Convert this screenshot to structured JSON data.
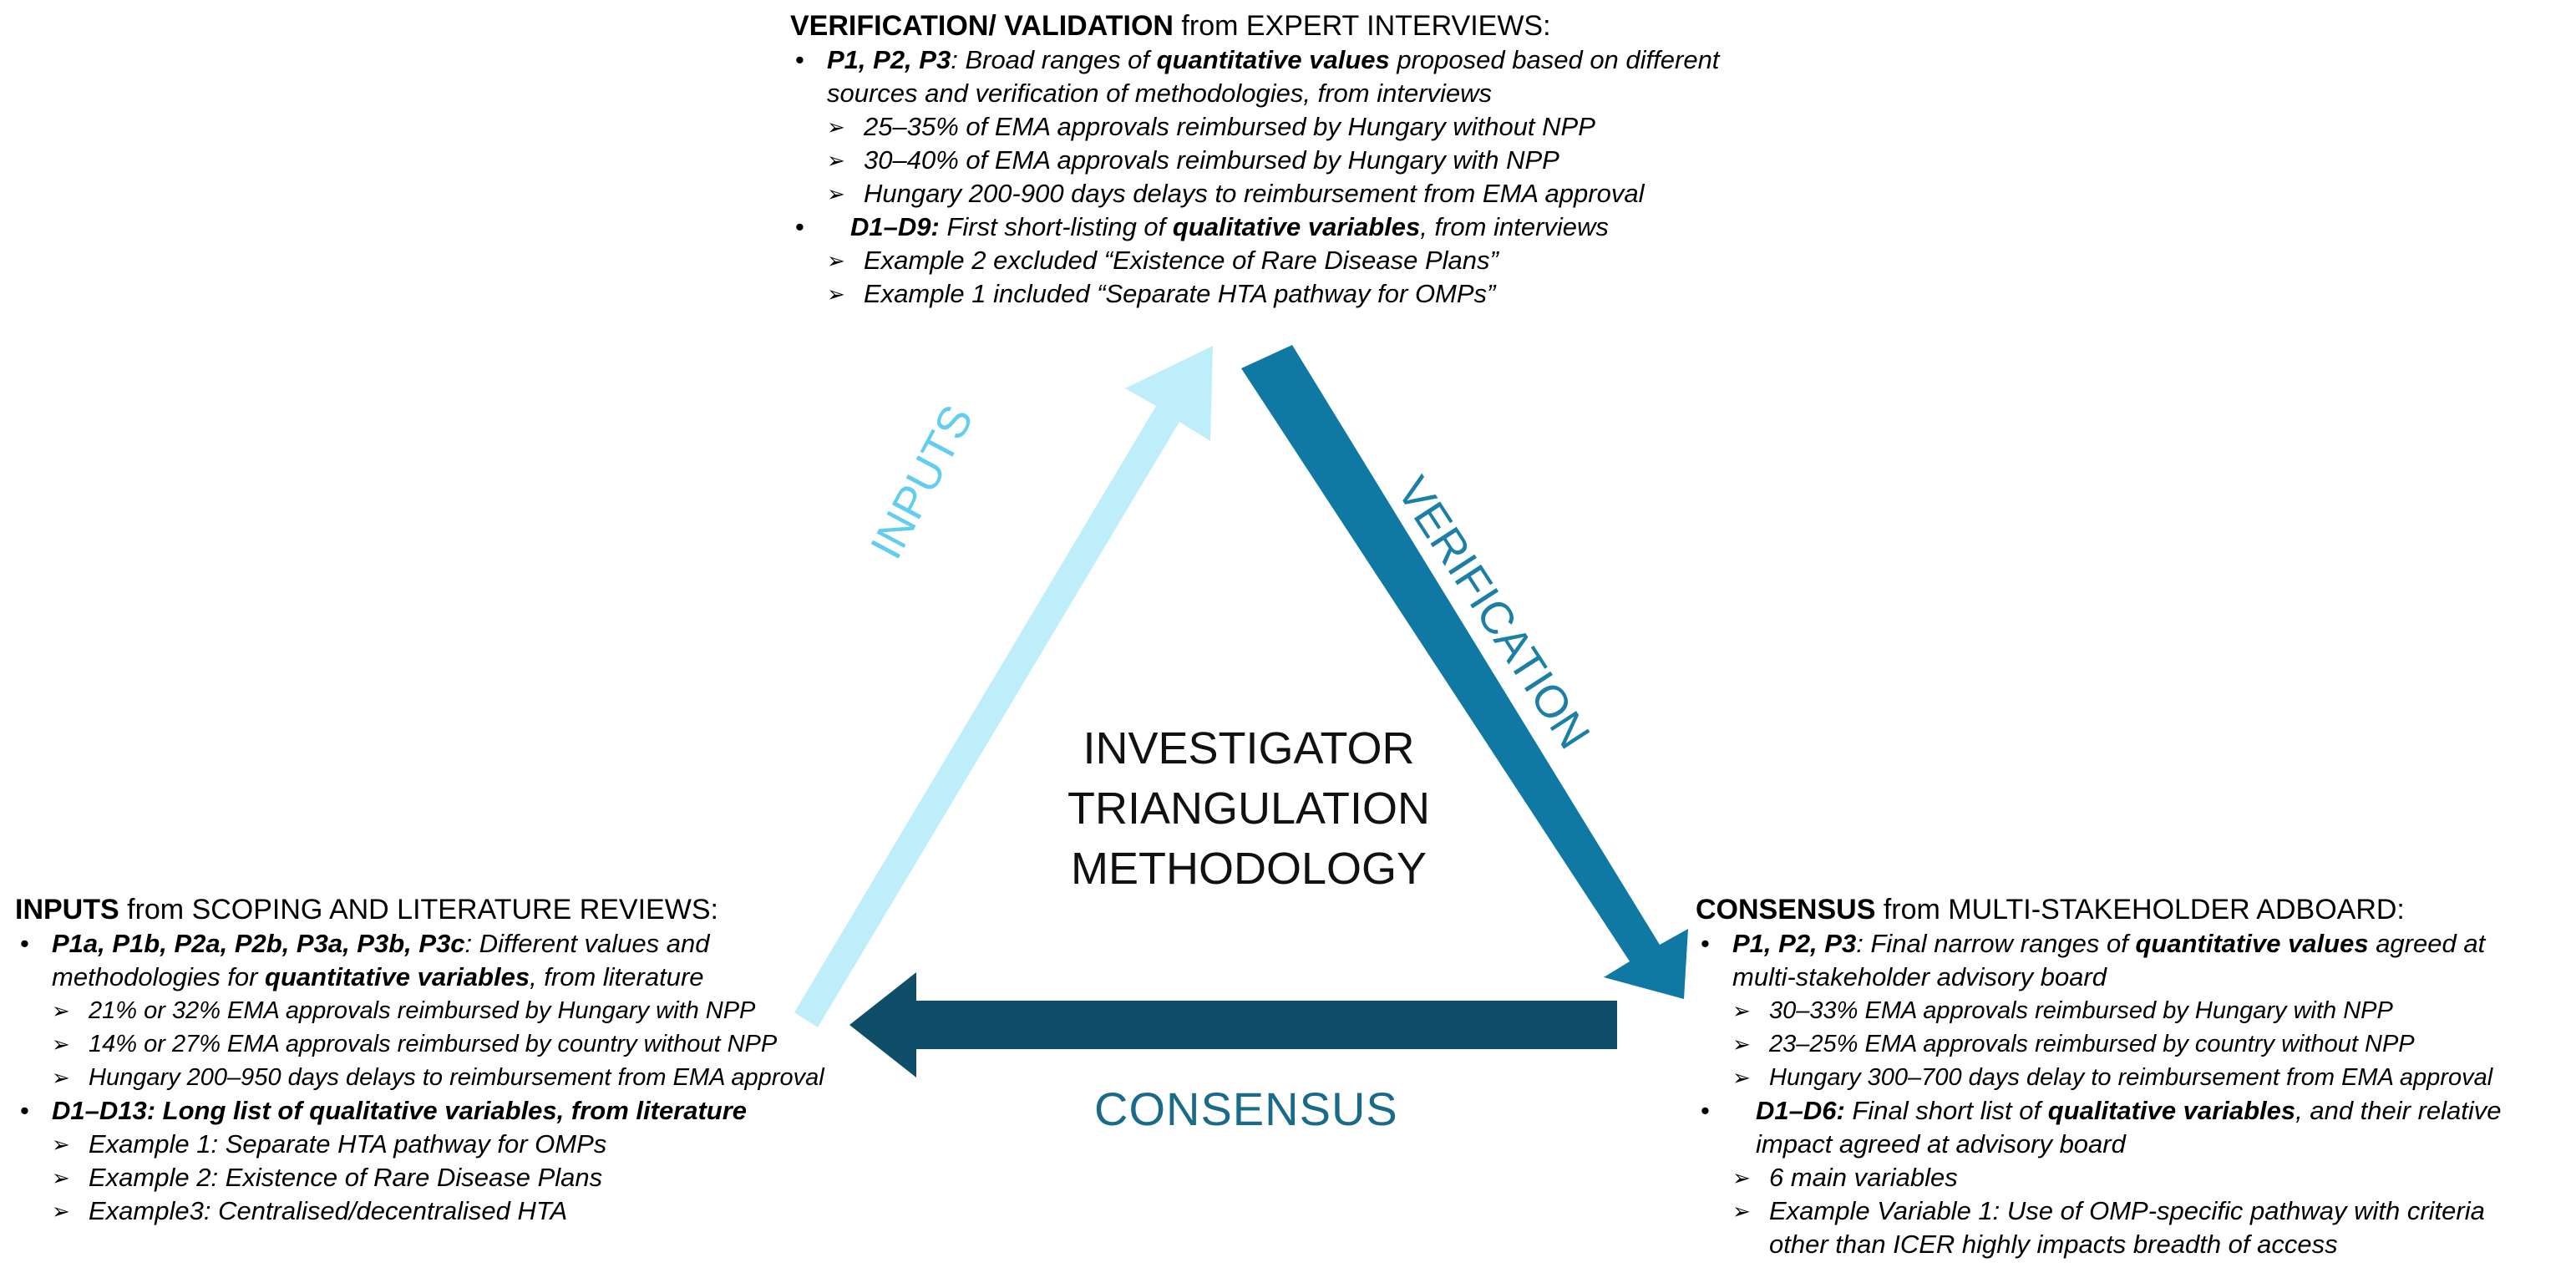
{
  "center": {
    "line1": "INVESTIGATOR",
    "line2": "TRIANGULATION",
    "line3": "METHODOLOGY"
  },
  "arrow_labels": {
    "inputs": "INPUTS",
    "verification": "VERIFICATION",
    "consensus": "CONSENSUS"
  },
  "colors": {
    "inputs_arrow": "#bfeefb",
    "verification_arrow": "#0f79a3",
    "consensus_arrow": "#0e4e69",
    "inputs_text": "#63cdf0",
    "verification_text": "#1b7fa6",
    "consensus_text": "#1a6b8a"
  },
  "top": {
    "head_bold": "VERIFICATION/ VALIDATION",
    "head_rest": " from EXPERT INTERVIEWS:",
    "item1": {
      "label": "P1, P2, P3",
      "text_a": ": Broad ranges of ",
      "bold": "quantitative values",
      "text_b": " proposed based on different sources and verification of methodologies, from interviews",
      "subs": [
        "25–35% of EMA approvals reimbursed by Hungary without NPP",
        "30–40% of EMA approvals reimbursed by Hungary with NPP",
        "Hungary 200-900 days delays to reimbursement from EMA approval"
      ]
    },
    "item2": {
      "label": "D1–D9:",
      "text_a": " First short-listing of ",
      "bold": "qualitative variables",
      "text_b": ", from interviews",
      "subs": [
        "Example 2 excluded “Existence of Rare Disease Plans”",
        "Example 1 included “Separate HTA pathway for OMPs”"
      ]
    }
  },
  "left": {
    "head_bold": "INPUTS",
    "head_rest": " from SCOPING AND LITERATURE REVIEWS:",
    "item1": {
      "label": "P1a, P1b, P2a, P2b,  P3a, P3b, P3c",
      "text_a": ": Different  values and methodologies for ",
      "bold": "quantitative variables",
      "text_b": ", from literature",
      "subs": [
        "21% or 32% EMA approvals reimbursed by Hungary with NPP",
        "14% or 27% EMA approvals reimbursed by country without NPP",
        " Hungary 200–950 days delays to reimbursement from EMA approval"
      ]
    },
    "item2": {
      "label": "D1–D13: Long list of qualitative variables, from literature",
      "subs": [
        "Example 1: Separate HTA pathway for OMPs",
        "Example 2: Existence of Rare Disease Plans",
        "Example3: Centralised/decentralised HTA"
      ]
    }
  },
  "right": {
    "head_bold": "CONSENSUS",
    "head_rest": " from MULTI-STAKEHOLDER ADBOARD:",
    "item1": {
      "label": "P1, P2, P3",
      "text_a": ": Final narrow ranges of ",
      "bold": "quantitative values",
      "text_b": " agreed at multi-stakeholder advisory board",
      "subs": [
        "30–33% EMA approvals reimbursed by Hungary with NPP",
        "23–25% EMA approvals reimbursed by country without NPP",
        "Hungary 300–700 days delay to reimbursement from EMA approval"
      ]
    },
    "item2": {
      "label": "D1–D6:",
      "text_a": " Final short list of ",
      "bold": "qualitative variables",
      "text_b": ", and their relative impact agreed at advisory board",
      "subs": [
        "6 main variables",
        "Example Variable 1: Use of OMP-specific pathway with criteria other than ICER highly impacts breadth of access"
      ]
    }
  }
}
